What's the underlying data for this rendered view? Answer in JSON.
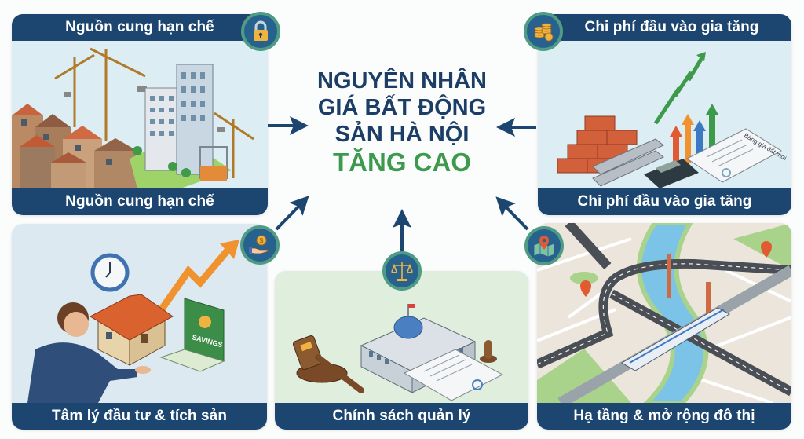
{
  "title": {
    "lines": [
      "NGUYÊN NHÂN",
      "GIÁ BẤT ĐỘNG",
      "SẢN HÀ NỘI"
    ],
    "accent": "TĂNG CAO"
  },
  "panels": [
    {
      "id": "supply",
      "top_label": "Nguồn cung hạn chế",
      "bottom_label": "Nguồn cung hạn chế",
      "icon": "lock-icon"
    },
    {
      "id": "costs",
      "top_label": "Chi phí đầu vào gia tăng",
      "bottom_label": "Chi phí đầu vào gia tăng",
      "icon": "coins-icon",
      "document_label": "Bảng giá đất mới"
    },
    {
      "id": "psychology",
      "bottom_label": "Tâm lý đầu tư & tích sản",
      "icon": "money-hand-icon",
      "book_label": "SAVINGS"
    },
    {
      "id": "policy",
      "bottom_label": "Chính sách quản lý",
      "icon": "scales-icon"
    },
    {
      "id": "infrastructure",
      "bottom_label": "Hạ tầng & mở rộng đô thị",
      "icon": "map-pin-icon"
    }
  ],
  "colors": {
    "navy": "#1c4670",
    "title_navy": "#1c3e66",
    "accent_green": "#3d9a4d",
    "badge_fill": "#27628f",
    "badge_ring": "#4f9b84",
    "panel_blue": "#dcedf3",
    "panel_green": "#e0eedd"
  }
}
